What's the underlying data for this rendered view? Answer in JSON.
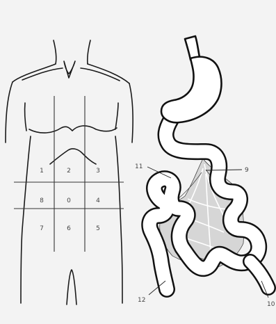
{
  "abdominal_regions": [
    {
      "id": "r1",
      "label": "1"
    },
    {
      "id": "r2",
      "label": "2"
    },
    {
      "id": "r3",
      "label": "3"
    },
    {
      "id": "r8",
      "label": "8"
    },
    {
      "id": "r0",
      "label": "0"
    },
    {
      "id": "r4",
      "label": "4"
    },
    {
      "id": "r7",
      "label": "7"
    },
    {
      "id": "r6",
      "label": "6"
    },
    {
      "id": "r5",
      "label": "5"
    }
  ],
  "callouts": [
    {
      "id": "c9",
      "label": "9"
    },
    {
      "id": "c11",
      "label": "11"
    },
    {
      "id": "c12",
      "label": "12"
    },
    {
      "id": "c10",
      "label": "10"
    }
  ]
}
